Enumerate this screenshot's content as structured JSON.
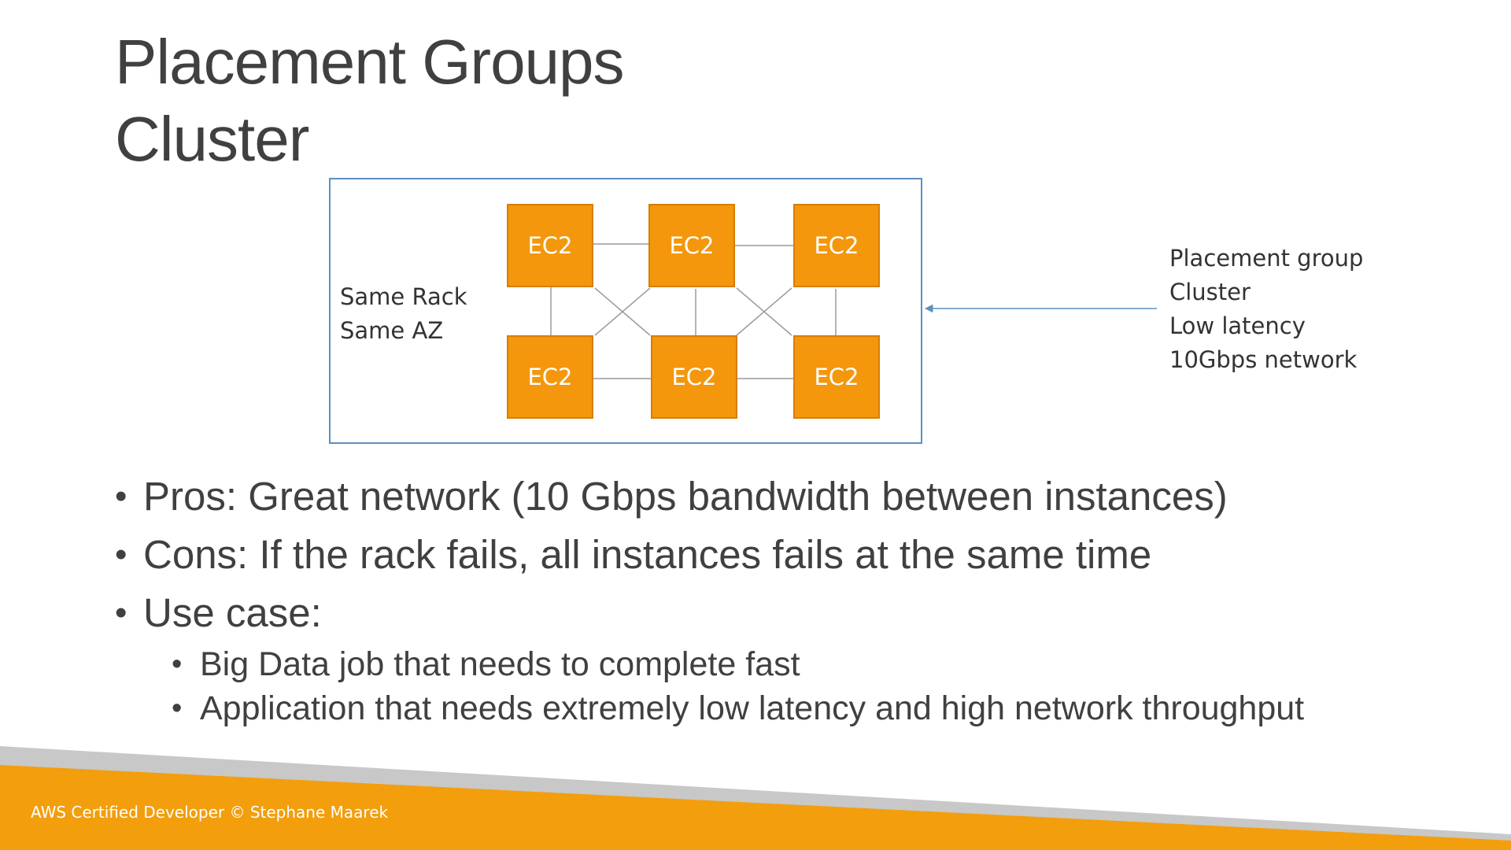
{
  "slide": {
    "title_line1": "Placement Groups",
    "title_line2": "Cluster"
  },
  "diagram": {
    "instances": [
      {
        "id": "top-1",
        "label": "EC2"
      },
      {
        "id": "top-2",
        "label": "EC2"
      },
      {
        "id": "top-3",
        "label": "EC2"
      },
      {
        "id": "bottom-1",
        "label": "EC2"
      },
      {
        "id": "bottom-2",
        "label": "EC2"
      },
      {
        "id": "bottom-3",
        "label": "EC2"
      }
    ],
    "box_label": {
      "line1": "Same Rack",
      "line2": "Same AZ"
    },
    "side_note": {
      "line1": "Placement group",
      "line2": "Cluster",
      "line3": "Low latency",
      "line4": "10Gbps network"
    },
    "colors": {
      "instance_fill": "#f4970c",
      "box_border": "#5b8fc0",
      "arrow": "#5b8fc0"
    }
  },
  "bullets": {
    "pros": "Pros: Great network (10 Gbps bandwidth between instances)",
    "cons": "Cons: If the rack fails, all instances fails at the same time",
    "use_case": "Use case:",
    "use_case_items": [
      "Big Data job that needs to complete fast",
      "Application that needs extremely low latency and high network throughput"
    ]
  },
  "footer": {
    "text": "AWS Certified Developer © Stephane Maarek",
    "colors": {
      "band": "#f29e0d",
      "stripe": "#c8c8c8"
    }
  }
}
